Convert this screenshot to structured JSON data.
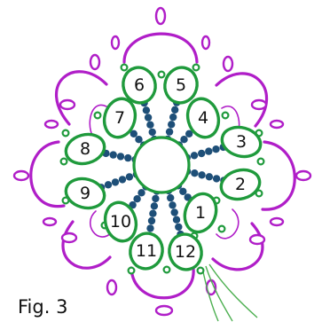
{
  "figure": {
    "caption": "Fig. 3",
    "ring_labels": [
      "1",
      "2",
      "3",
      "4",
      "5",
      "6",
      "7",
      "8",
      "9",
      "10",
      "11",
      "12"
    ],
    "colors": {
      "chain": "#b01ec8",
      "ring": "#1f9a3c",
      "bead": "#1e4f78",
      "center": "#1f9a3c",
      "thread": "#4caf50"
    }
  }
}
